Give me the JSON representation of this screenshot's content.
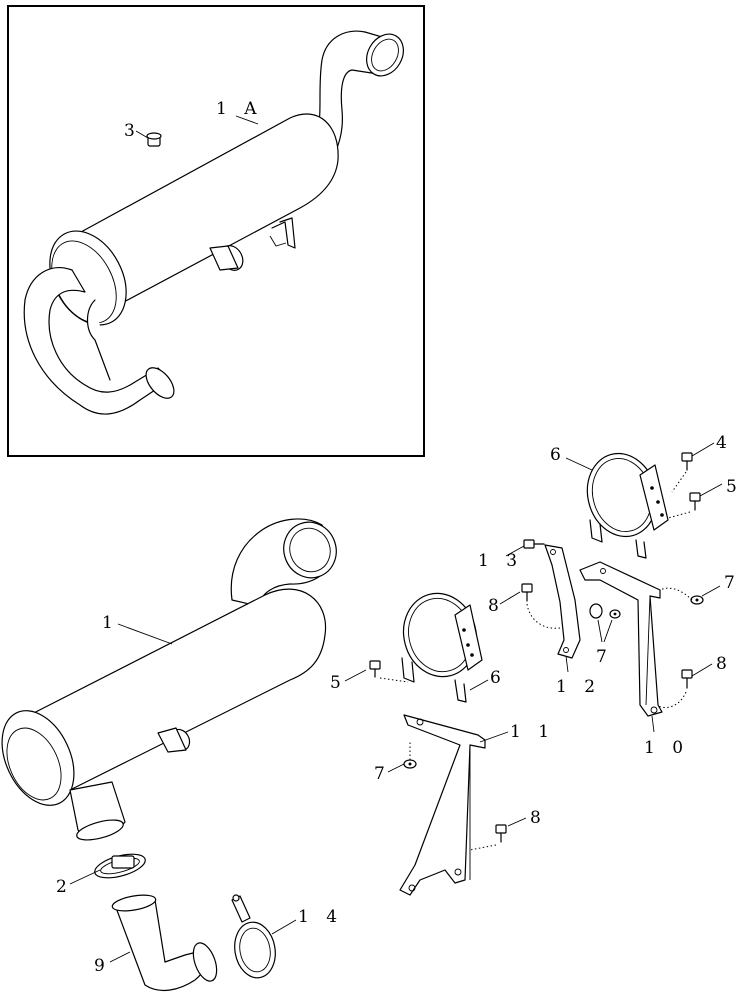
{
  "labels": {
    "p1A": "1 A",
    "p3": "3",
    "p1": "1",
    "p2": "2",
    "p9": "9",
    "p14": "1 4",
    "p6a": "6",
    "p6b": "6",
    "p4": "4",
    "p5a": "5",
    "p5b": "5",
    "p13": "1 3",
    "p8a": "8",
    "p8b": "8",
    "p8c": "8",
    "p7a": "7",
    "p7b": "7",
    "p7c": "7",
    "p12": "1 2",
    "p11": "1 1",
    "p10": "1 0"
  }
}
